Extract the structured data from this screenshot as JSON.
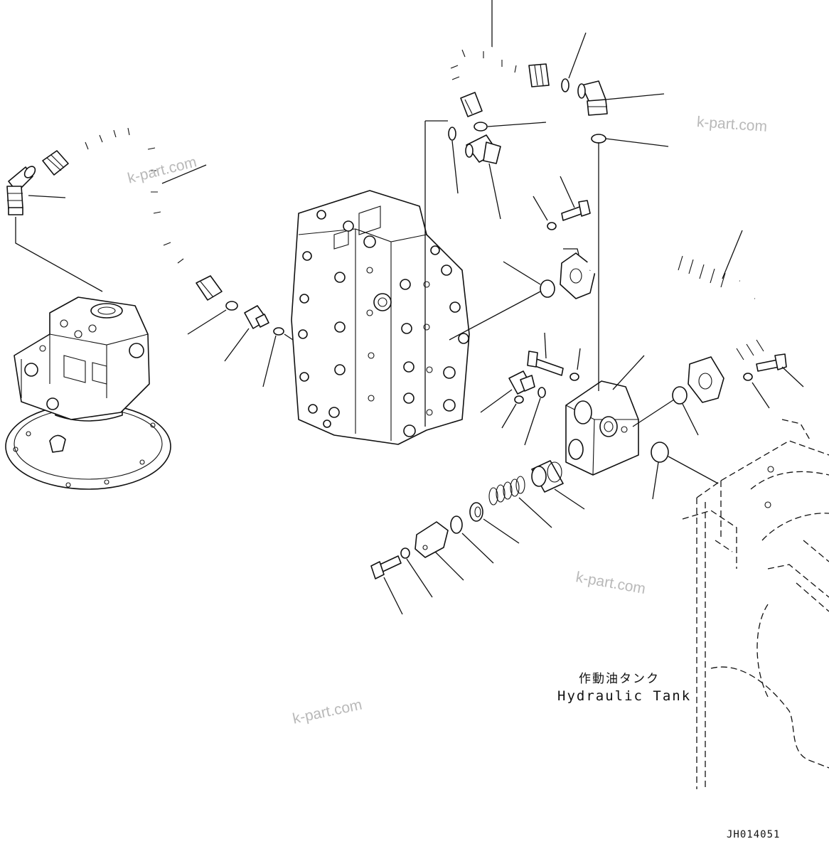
{
  "watermark": {
    "text": "k-part.com"
  },
  "tank_label": {
    "japanese": "作動油タンク",
    "english": "Hydraulic Tank"
  },
  "drawing_code": "JH014051"
}
